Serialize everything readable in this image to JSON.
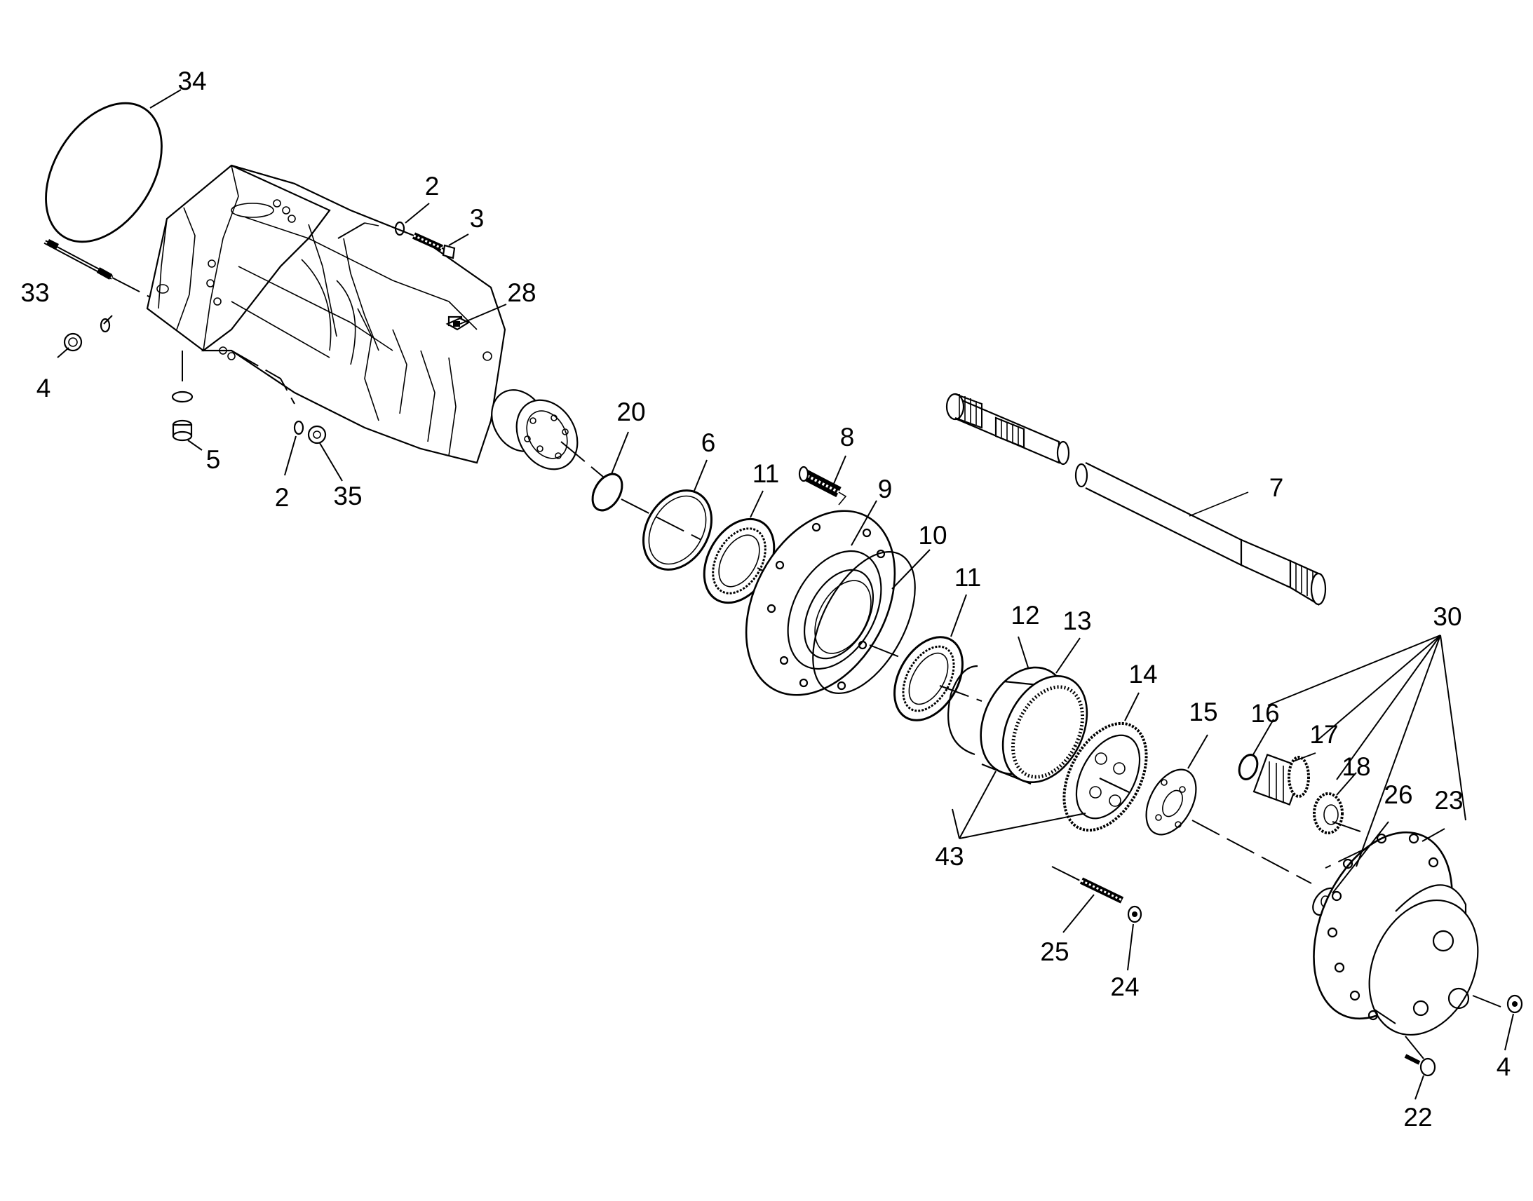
{
  "diagram": {
    "callouts": [
      {
        "id": "c34",
        "label": "34"
      },
      {
        "id": "c2a",
        "label": "2"
      },
      {
        "id": "c3",
        "label": "3"
      },
      {
        "id": "c33",
        "label": "33"
      },
      {
        "id": "c28",
        "label": "28"
      },
      {
        "id": "c4a",
        "label": "4"
      },
      {
        "id": "c5",
        "label": "5"
      },
      {
        "id": "c2b",
        "label": "2"
      },
      {
        "id": "c35",
        "label": "35"
      },
      {
        "id": "c20",
        "label": "20"
      },
      {
        "id": "c6",
        "label": "6"
      },
      {
        "id": "c11a",
        "label": "11"
      },
      {
        "id": "c8",
        "label": "8"
      },
      {
        "id": "c9",
        "label": "9"
      },
      {
        "id": "c10",
        "label": "10"
      },
      {
        "id": "c11b",
        "label": "11"
      },
      {
        "id": "c7",
        "label": "7"
      },
      {
        "id": "c12",
        "label": "12"
      },
      {
        "id": "c13",
        "label": "13"
      },
      {
        "id": "c14",
        "label": "14"
      },
      {
        "id": "c15",
        "label": "15"
      },
      {
        "id": "c30",
        "label": "30"
      },
      {
        "id": "c16",
        "label": "16"
      },
      {
        "id": "c17",
        "label": "17"
      },
      {
        "id": "c18",
        "label": "18"
      },
      {
        "id": "c26",
        "label": "26"
      },
      {
        "id": "c23",
        "label": "23"
      },
      {
        "id": "c43",
        "label": "43"
      },
      {
        "id": "c25",
        "label": "25"
      },
      {
        "id": "c24",
        "label": "24"
      },
      {
        "id": "c4b",
        "label": "4"
      },
      {
        "id": "c22",
        "label": "22"
      }
    ]
  }
}
